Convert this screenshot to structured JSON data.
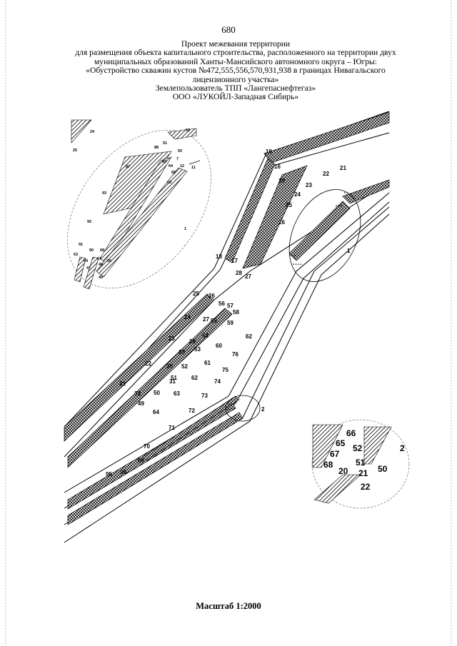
{
  "page_number": "680",
  "title": {
    "line1": "Проект межевания территории",
    "line2": "для размещения объекта капитального строительства, расположенного на территории двух",
    "line3": "муниципальных образований Ханты-Мансийского автономного округа – Югры:",
    "line4": "«Обустройство скважин кустов №472,555,556,570,931,938 в границах Нивагальского",
    "line5": "лицензионного участка»",
    "line6": "Землепользователь ТПП «Лангепаснефтегаз»",
    "line7": "ООО «ЛУКОЙЛ-Западная Сибирь»"
  },
  "scale": "Масштаб 1:2000",
  "main_labels": {
    "p19": "19",
    "p16": "16",
    "p18": "18",
    "p17": "17",
    "p28": "28",
    "p27": "27",
    "p29": "29",
    "p23": "23",
    "p24": "24",
    "p25": "25",
    "p26": "26",
    "p22": "22",
    "p21": "21",
    "l25": "25",
    "l26": "26",
    "l24": "24",
    "l27": "27",
    "l23": "23",
    "l28": "28",
    "l29": "29",
    "l22": "22",
    "l30": "30",
    "l31": "31",
    "l21": "21",
    "l32": "32",
    "l49": "49",
    "l64": "64",
    "l50": "50",
    "l51": "51",
    "l52": "52",
    "l53": "53",
    "l54": "54",
    "l55": "55",
    "l56": "56",
    "l57": "57",
    "l58": "58",
    "l59": "59",
    "l60": "60",
    "l61": "61",
    "l62": "62",
    "l63": "63",
    "l62b": "62",
    "l76": "76",
    "l75": "75",
    "l74": "74",
    "l73": "73",
    "l72": "72",
    "l71": "71",
    "l70": "70",
    "l69": "69",
    "l95": "95",
    "l96": "96",
    "callout1": "1",
    "callout2": "2"
  },
  "inset1_labels": {
    "i24": "24",
    "i25": "25",
    "i52": "52",
    "i51": "51",
    "i50": "50",
    "i88": "88",
    "i89": "89",
    "i7": "7",
    "i12": "12",
    "i11": "11",
    "i87": "87",
    "i64": "64",
    "i65": "65",
    "i63": "63",
    "i93": "93",
    "i92": "92",
    "i91": "91",
    "i90": "90",
    "i68": "68",
    "i67": "67",
    "i66": "66",
    "i63b": "63",
    "i64b": "64",
    "i48": "48",
    "i47": "47",
    "i49": "49",
    "i1": "1"
  },
  "inset2_labels": {
    "j66": "66",
    "j65": "65",
    "j52": "52",
    "j67": "67",
    "j68": "68",
    "j51": "51",
    "j50": "50",
    "j20": "20",
    "j21": "21",
    "j22": "22",
    "j2": "2"
  }
}
